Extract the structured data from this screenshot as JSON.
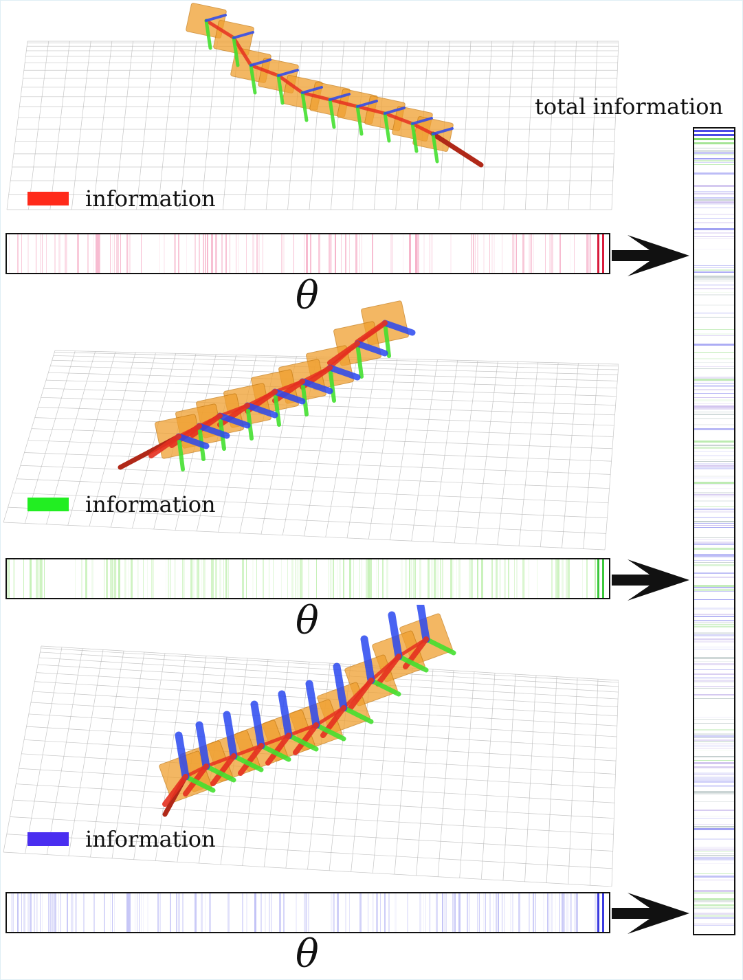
{
  "panels": [
    {
      "legend_label": "information",
      "legend_color": "#ff2a1a",
      "axis_symbol": "θ",
      "strip_color": "#e8407a",
      "highlight_color": "#d81b3c"
    },
    {
      "legend_label": "information",
      "legend_color": "#22ee22",
      "axis_symbol": "θ",
      "strip_color": "#6fdc4a",
      "highlight_color": "#3cc83c"
    },
    {
      "legend_label": "information",
      "legend_color": "#4a2ef0",
      "axis_symbol": "θ",
      "strip_color": "#6a6ae8",
      "highlight_color": "#3b3be0"
    }
  ],
  "total": {
    "title": "total information",
    "colors": [
      "#4a4ae6",
      "#7fd86a",
      "#a890e0",
      "#8aa0a0"
    ]
  },
  "scene": {
    "box_color": "#f0a030",
    "red_color": "#e53020",
    "green_color": "#44e030",
    "blue_color": "#2a48f0",
    "grid_color": "#b8b8b8"
  }
}
